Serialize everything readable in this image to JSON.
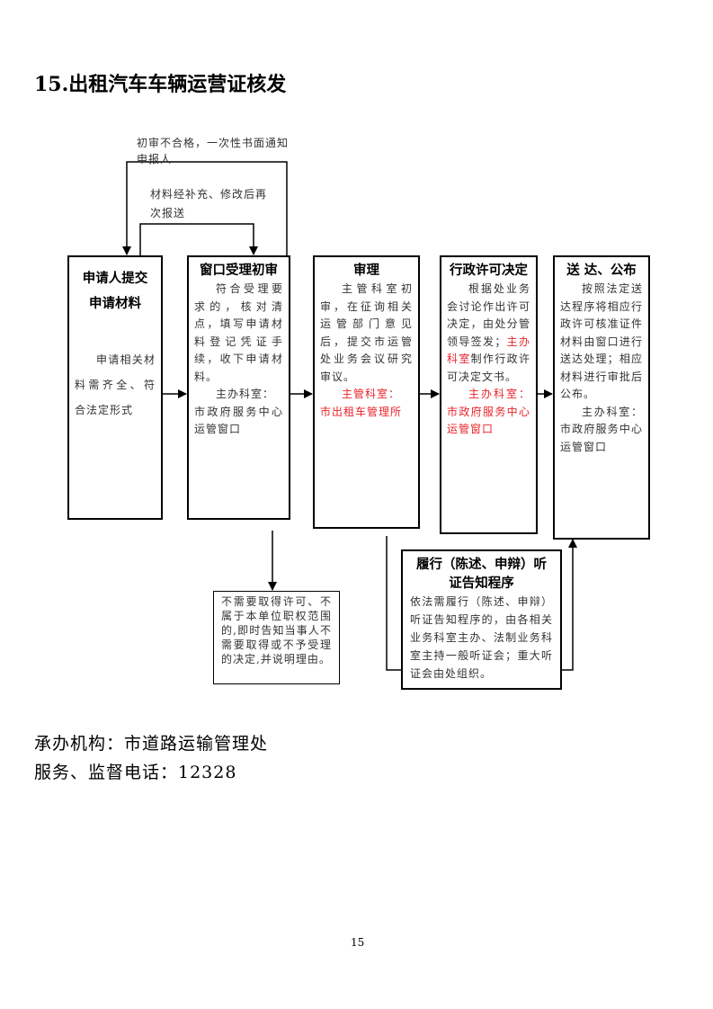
{
  "title": "15.出租汽车车辆运营证核发",
  "loop_labels": {
    "reject": "初审不合格，一次性书面通知申报人",
    "resubmit": "材料经补充、修改后再次报送"
  },
  "steps": [
    {
      "title": "申请人提交申请材料",
      "body": "申请相关材料需齐全、符合法定形式"
    },
    {
      "title": "窗口受理初审",
      "body": "符合受理要求的，核对清点，填写申请材料登记凭证手续，收下申请材料。",
      "dept_label": "主办科室：",
      "dept": "市政府服务中心运管窗口"
    },
    {
      "title": "审理",
      "body": "主管科室初审，在征询相关运管部门意见后，提交市运管处业务会议研究审议。",
      "dept_label": "主管科室：",
      "dept": "市出租车管理所"
    },
    {
      "title": "行政许可决定",
      "body_a": "根据处业务会讨论作出许可决定，由处分管领导签发；",
      "body_red": "主办科室",
      "body_b": "制作行政许可决定文书。",
      "dept": "主办科室：市政府服务中心运管窗口"
    },
    {
      "title": "送 达、公布",
      "body": "按照法定送达程序将相应行政许可核准证件材料由窗口进行送达处理；相应材料进行审批后公布。",
      "dept": "主办科室：市政府服务中心运管窗口"
    }
  ],
  "not_required": "不需要取得许可、不属于本单位职权范围的,即时告知当事人不需要取得或不予受理的决定,并说明理由。",
  "hearing": {
    "title": "履行（陈述、申辩）听证告知程序",
    "body": "依法需履行（陈述、申辩）听证告知程序的，由各相关业务科室主办、法制业务科室主持一般听证会；重大听证会由处组织。"
  },
  "footer": {
    "agency": "承办机构：市道路运输管理处",
    "phone": "服务、监督电话：12328"
  },
  "page_number": "15"
}
